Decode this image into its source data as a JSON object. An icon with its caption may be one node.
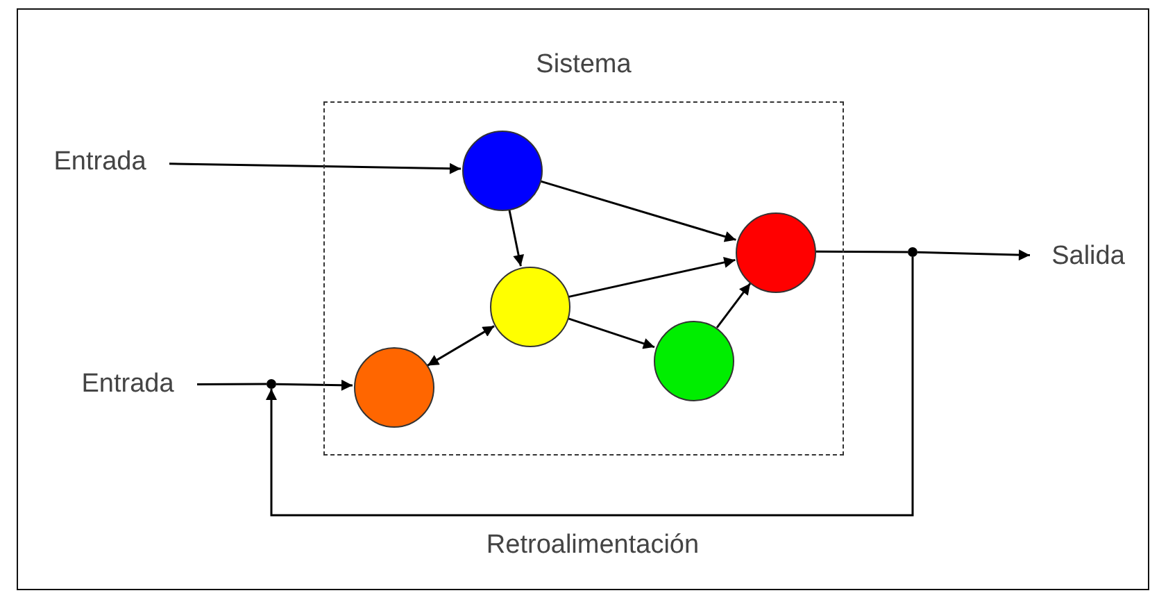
{
  "diagram": {
    "nodes": [
      {
        "text": [
          "Sistema"
        ]
      },
      {
        "text": [],
        "shape": "circle",
        "in": 0
      },
      {
        "text": [],
        "shape": "circle",
        "in": 0
      },
      {
        "text": [],
        "shape": "circle",
        "in": 0
      },
      {
        "text": [],
        "shape": "circle",
        "in": 0
      },
      {
        "text": [],
        "shape": "circle",
        "in": 0
      },
      {
        "text": [
          "Entrada"
        ]
      },
      {
        "text": [
          "Entrada"
        ]
      },
      {
        "text": [
          "Salida"
        ]
      },
      {
        "text": [],
        "shape": "circle"
      },
      {
        "text": [],
        "shape": "circle"
      }
    ],
    "edges": [
      {
        "from": 6,
        "to": 1,
        "arrow": "to"
      },
      {
        "from": 1,
        "to": 2,
        "arrow": "to"
      },
      {
        "from": 1,
        "to": 3,
        "arrow": "to"
      },
      {
        "from": 3,
        "to": 2,
        "arrow": "to"
      },
      {
        "from": 3,
        "to": 4,
        "arrow": "to"
      },
      {
        "from": 4,
        "to": 2,
        "arrow": "to"
      },
      {
        "from": 5,
        "to": 3,
        "arrow": "both"
      },
      {
        "from": 7,
        "to": 9,
        "arrow": "none"
      },
      {
        "from": 9,
        "to": 5,
        "arrow": "to"
      },
      {
        "from": 2,
        "to": 10,
        "arrow": "none"
      },
      {
        "from": 10,
        "to": 8,
        "arrow": "to"
      },
      {
        "from": 10,
        "to": 9,
        "arrow": "to",
        "label": "Retroalimentación"
      }
    ]
  }
}
